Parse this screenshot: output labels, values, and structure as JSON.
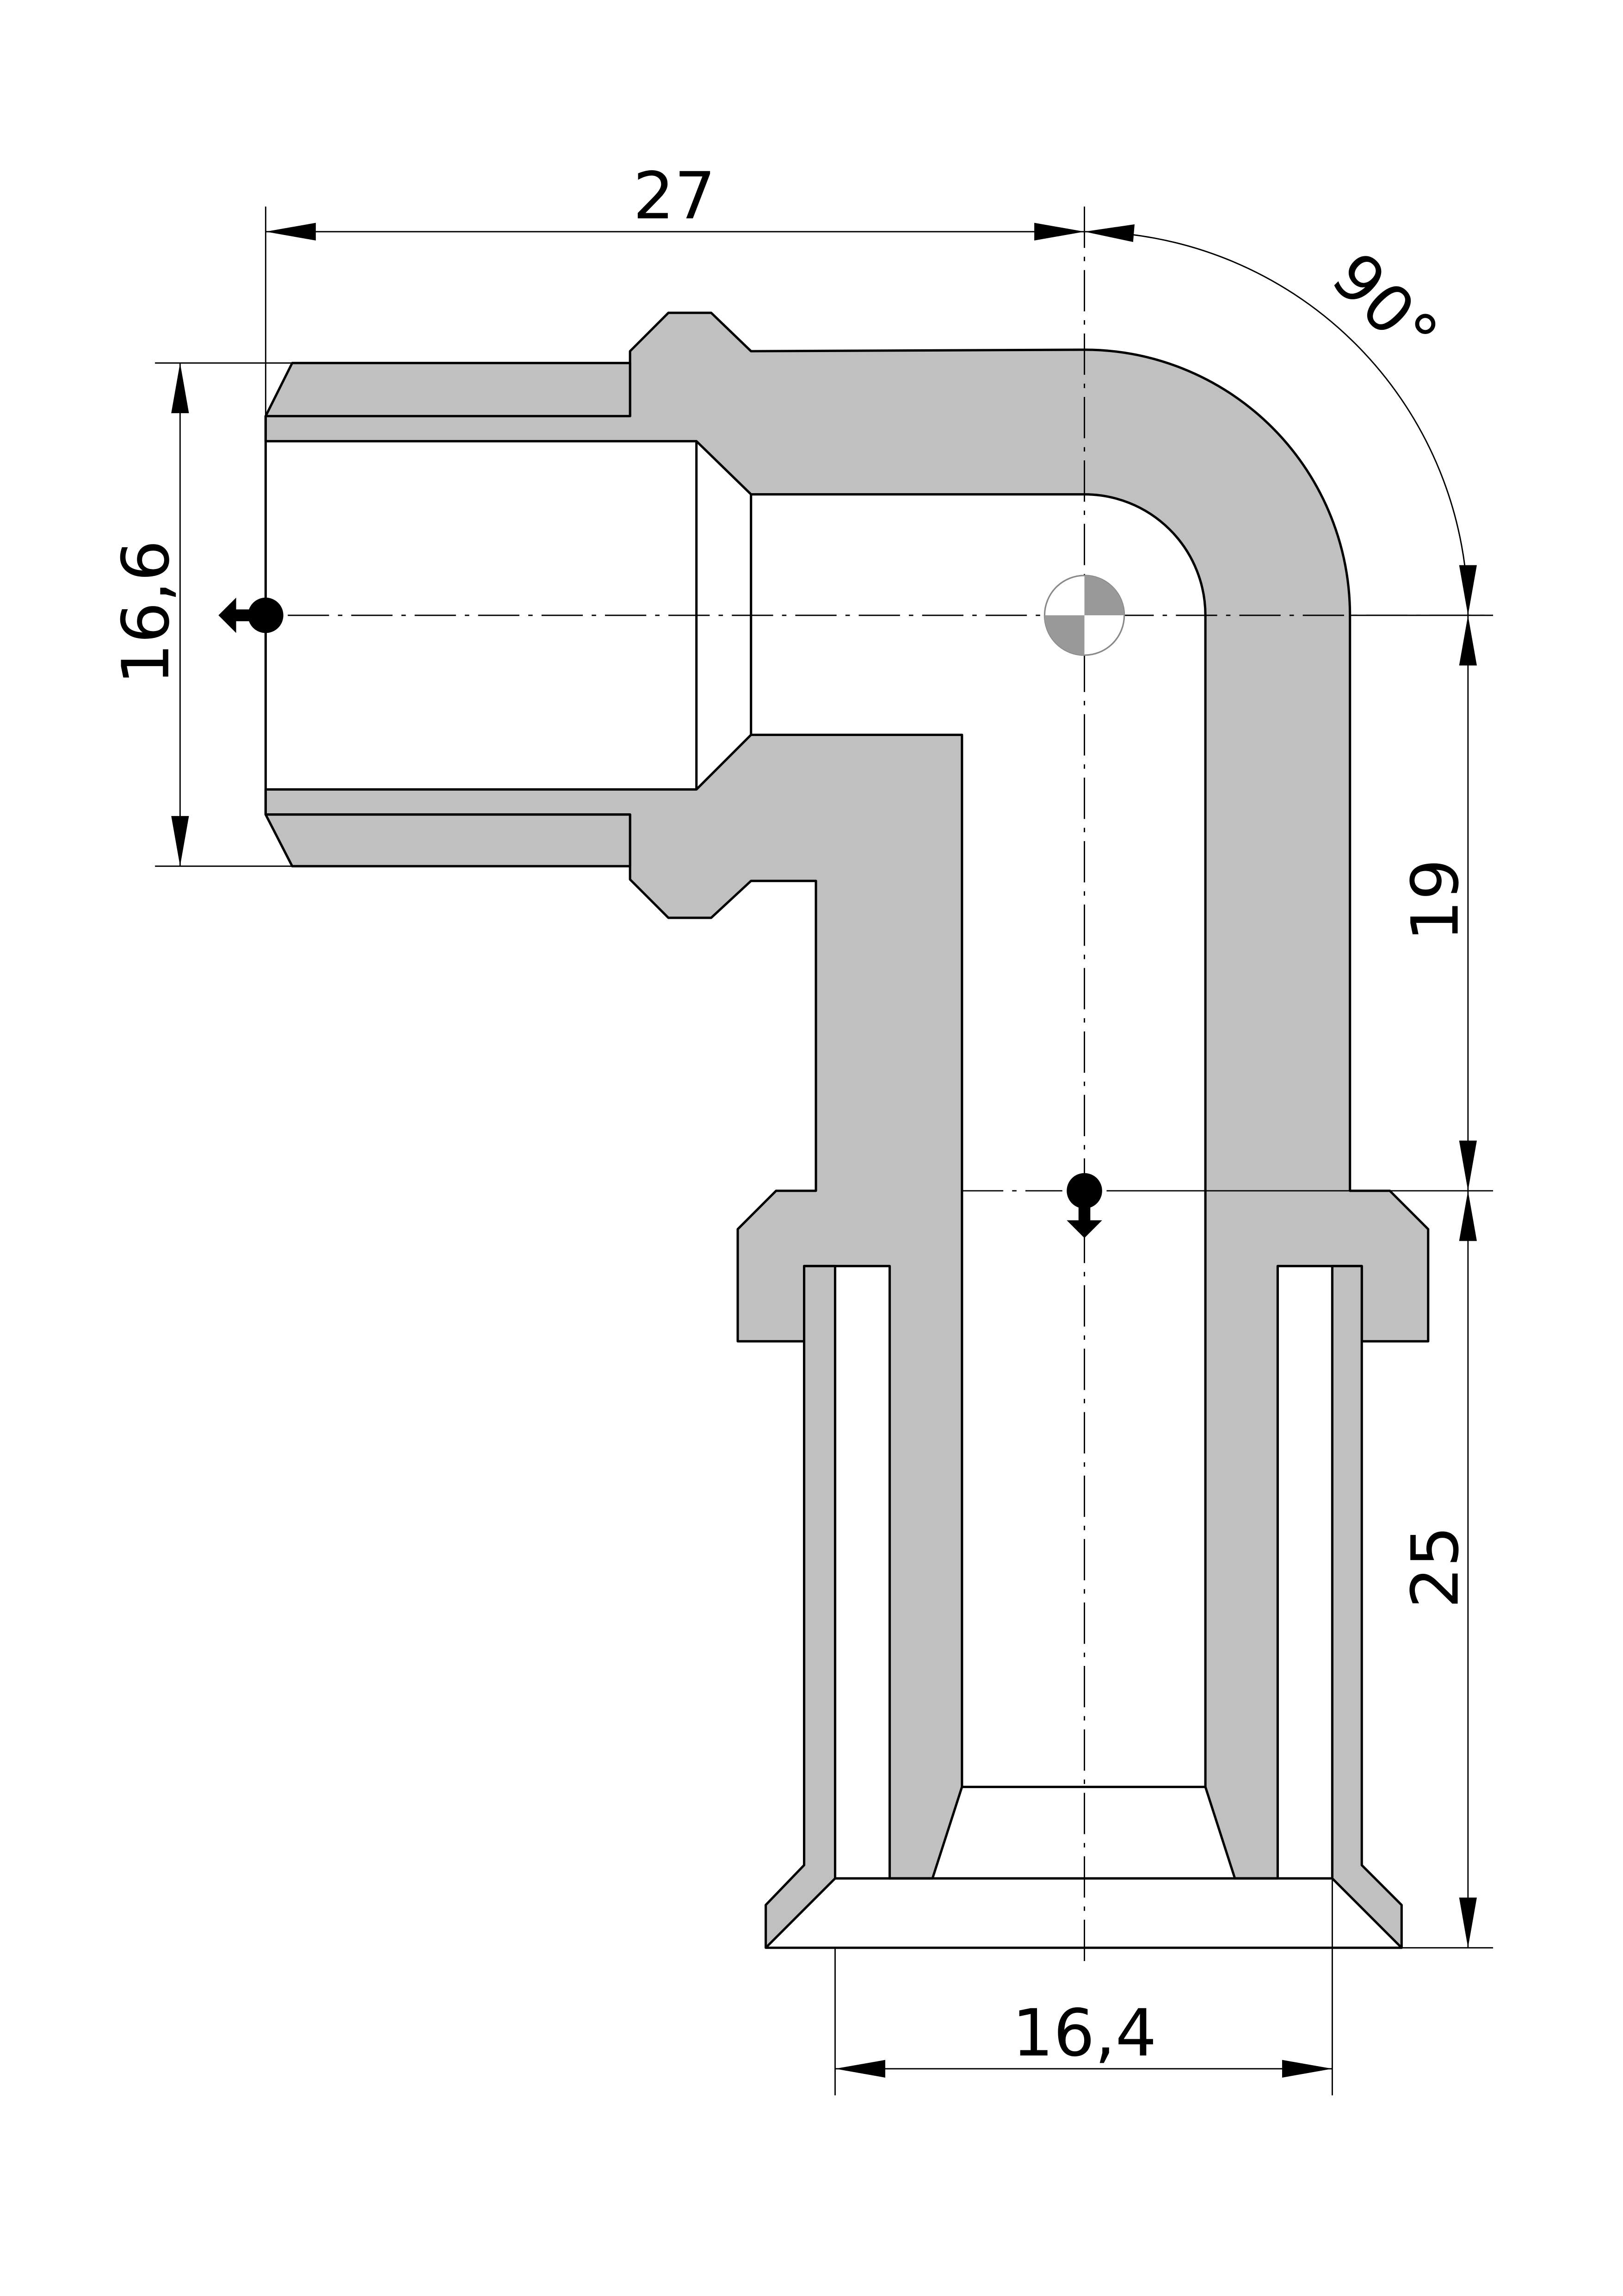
{
  "drawing": {
    "title": "90-degree elbow press fitting with male thread",
    "dimensions": {
      "length_horizontal": "27",
      "thread_diameter": "16,6",
      "center_to_flange": "19",
      "sleeve_length": "25",
      "sleeve_inner_diameter": "16,4",
      "angle": "90°"
    },
    "colors": {
      "section_fill": "#c0c0c0",
      "line": "#000000",
      "center_mark_fill": "#999999"
    }
  }
}
